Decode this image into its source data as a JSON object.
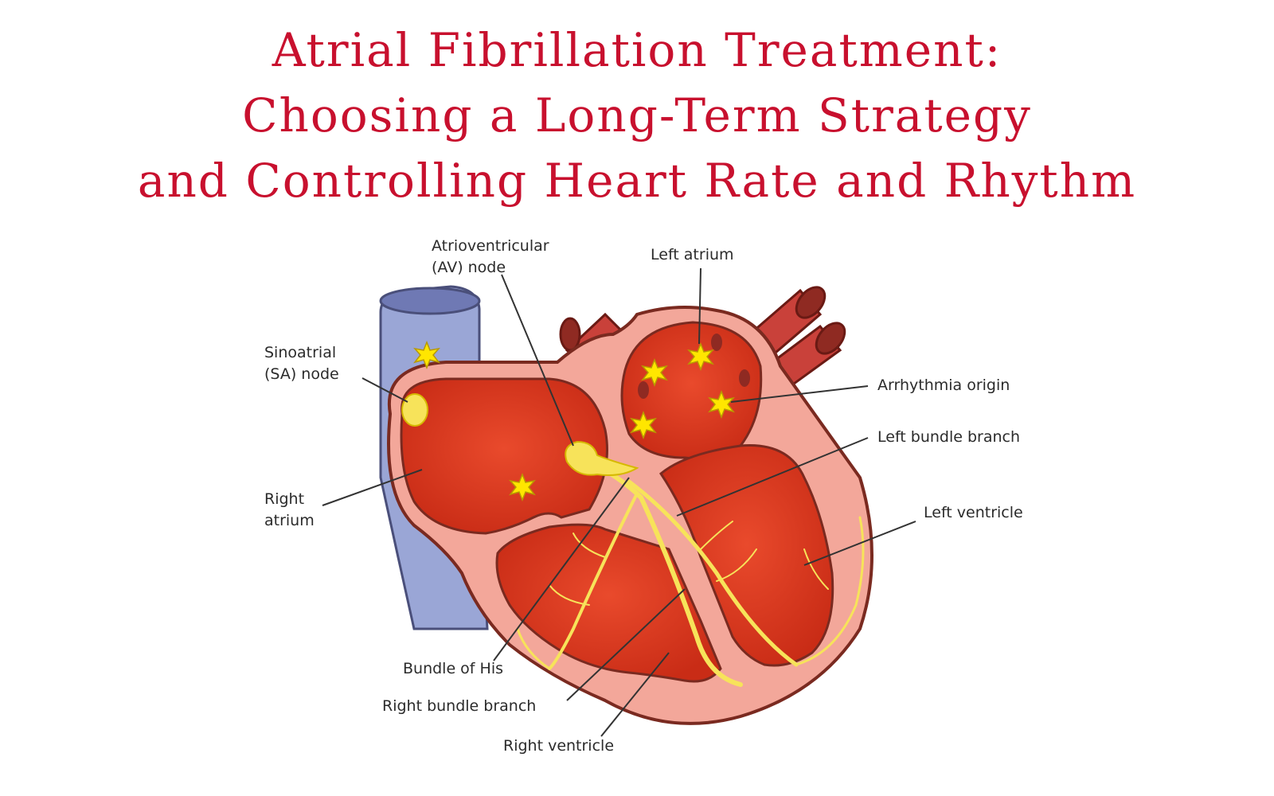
{
  "title": {
    "line1": "Atrial Fibrillation Treatment:",
    "line2": "Choosing a Long-Term Strategy",
    "line3": "and Controlling Heart Rate and Rhythm"
  },
  "labels": {
    "av_node_1": "Atrioventricular",
    "av_node_2": "(AV) node",
    "left_atrium": "Left atrium",
    "sa_node_1": "Sinoatrial",
    "sa_node_2": "(SA) node",
    "arrhythmia_origin": "Arrhythmia origin",
    "left_bundle_branch": "Left bundle branch",
    "right_atrium_1": "Right",
    "right_atrium_2": "atrium",
    "left_ventricle": "Left ventricle",
    "bundle_of_his": "Bundle of His",
    "right_bundle_branch": "Right bundle branch",
    "right_ventricle": "Right ventricle"
  },
  "colors": {
    "title": "#c8102e",
    "heart_wall": "#f3a79a",
    "chamber": "#d9381e",
    "vessel": "#9aa6d6",
    "artery": "#c9413a",
    "conduction": "#f7e35a",
    "star": "#ffe600"
  }
}
